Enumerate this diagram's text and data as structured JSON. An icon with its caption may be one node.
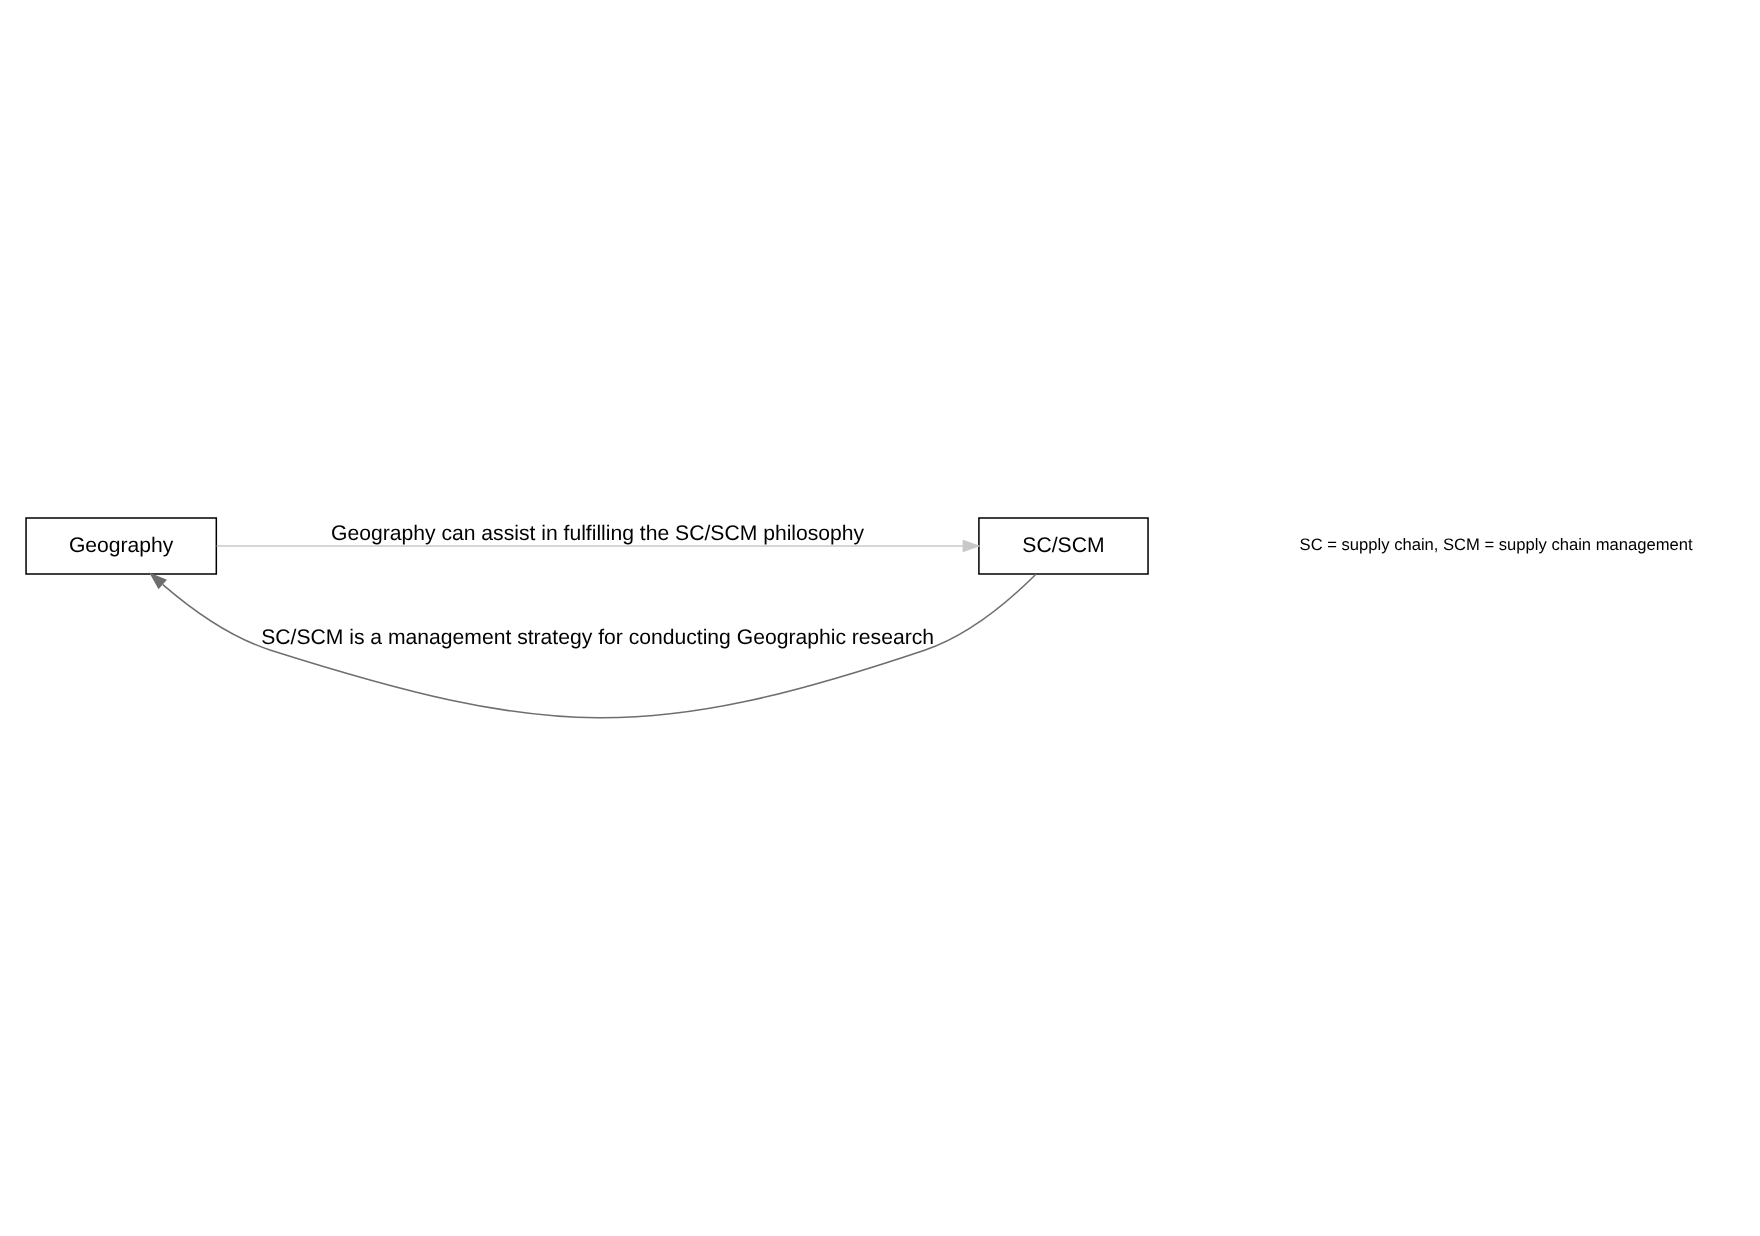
{
  "diagram": {
    "nodes": [
      {
        "text": [
          "Geography"
        ]
      },
      {
        "text": [
          "SC/SCM"
        ]
      }
    ],
    "edges": [
      {
        "from": 1,
        "to": 0,
        "arrow": "to",
        "label": "SC/SCM is a management strategy for conducting Geographic research",
        "color": "#6e6e6e"
      },
      {
        "from": 0,
        "to": 1,
        "arrow": "to",
        "label": "Geography can assist in fulfilling the SC/SCM philosophy",
        "color": "#c8c8c8"
      }
    ],
    "labels": [
      "SC = supply chain, SCM = supply chain management"
    ]
  }
}
